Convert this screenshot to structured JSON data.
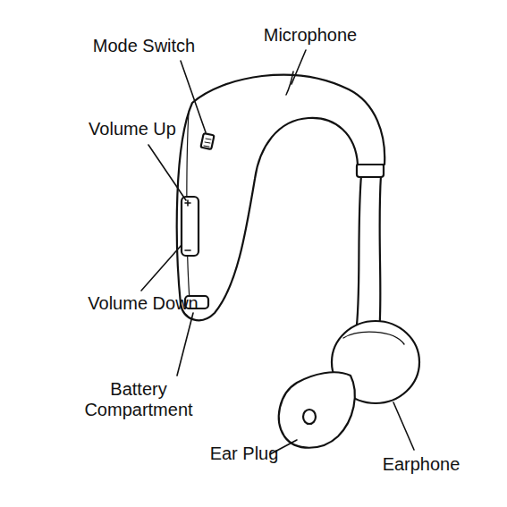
{
  "diagram": {
    "labels": [
      "Mode Switch",
      "Microphone",
      "Volume Up",
      "Volume Down",
      "Battery Compartment",
      "Ear Plug",
      "Earphone"
    ]
  }
}
